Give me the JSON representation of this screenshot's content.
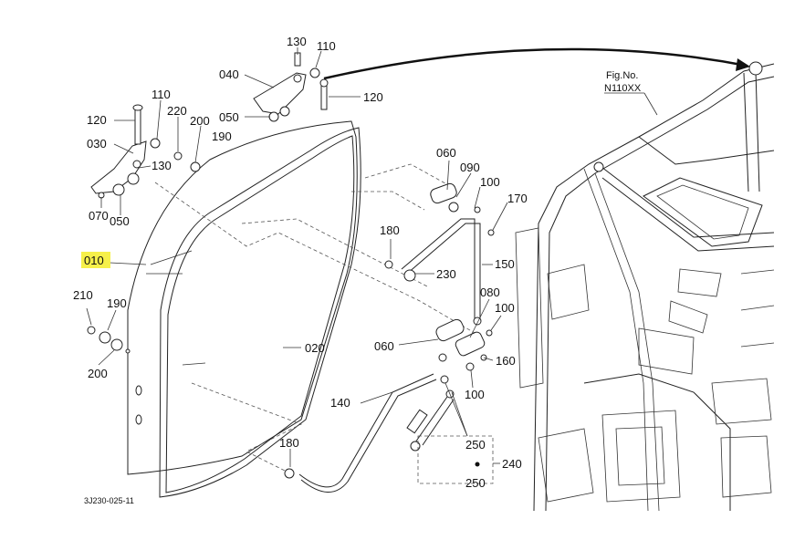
{
  "figure": {
    "fig_no_label": "Fig.No.",
    "fig_no_value": "N110XX",
    "drawing_code": "3J230-025-11",
    "highlight_color": "#f6f04a"
  },
  "callouts": {
    "c130_top": "130",
    "c110_top": "110",
    "c040": "040",
    "c120_top": "120",
    "c050_top": "050",
    "c110_left": "110",
    "c120_left": "120",
    "c220": "220",
    "c200_top": "200",
    "c190_top": "190",
    "c030": "030",
    "c130_left": "130",
    "c070": "070",
    "c050_left": "050",
    "c010": "010",
    "c060_top": "060",
    "c090": "090",
    "c100_top": "100",
    "c170": "170",
    "c180_mid": "180",
    "c230": "230",
    "c150": "150",
    "c210": "210",
    "c190_left": "190",
    "c200_left": "200",
    "c020": "020",
    "c080": "080",
    "c100_mid": "100",
    "c060_mid": "060",
    "c160": "160",
    "c100_low": "100",
    "c140": "140",
    "c250_a": "250",
    "c240": "240",
    "c250_b": "250",
    "c180_bot": "180"
  }
}
